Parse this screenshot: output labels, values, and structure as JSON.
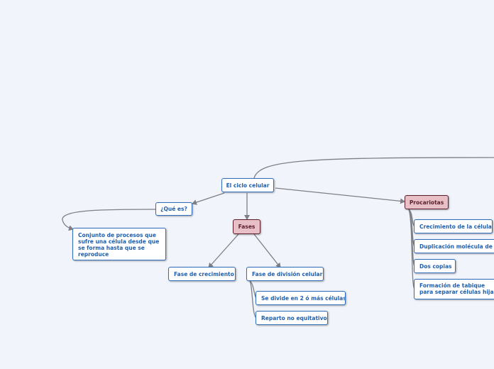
{
  "nodes": {
    "root": "El ciclo celular",
    "que_es": "¿Qué es?",
    "definition": "Conjunto de procesos que sufre una célula desde que se forma hasta que se reproduce",
    "fases": "Fases",
    "fase_crecimiento": "Fase de crecimiento",
    "fase_division": "Fase de división celular",
    "divide": "Se divide en 2 ó más células",
    "reparto": "Reparto no equitativo",
    "procariotas": "Procariotas",
    "crecimiento_celula": "Crecimiento de la célula",
    "duplicacion": "Duplicación molécula de ADN",
    "dos_copias": "Dos copias",
    "formacion": "Formación de tabique para separar células hijas"
  },
  "colors": {
    "background": "#f1f4fb",
    "node_border": "#2f6fbd",
    "node_text": "#1f5fae",
    "phase_fill": "#e8bfc6",
    "phase_border": "#5a1f2a",
    "connector": "#7f7f86"
  }
}
